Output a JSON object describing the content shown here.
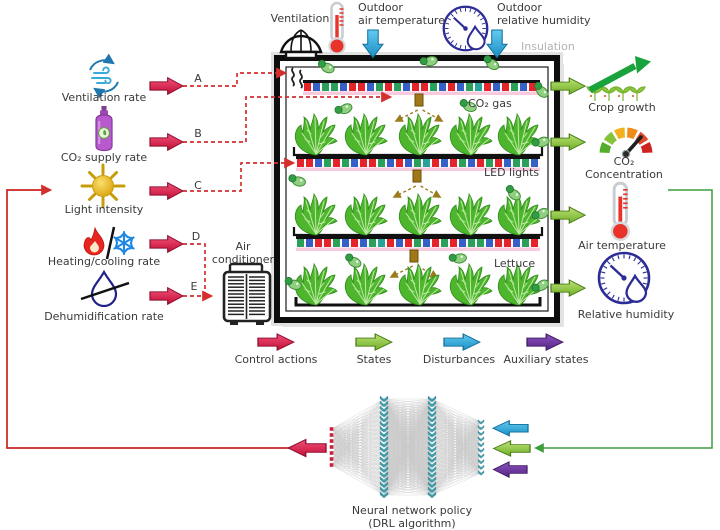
{
  "figure": {
    "type": "greenhouse-drl-control-diagram"
  },
  "colors": {
    "control_arrow": "#d8184a",
    "control_arrow_dark": "#8e0f2e",
    "state_arrow": "#8dc63f",
    "state_arrow_dark": "#4a7d18",
    "disturbance_arrow": "#35b4e8",
    "disturbance_arrow_dark": "#136f9b",
    "auxiliary_arrow": "#6a3298",
    "auxiliary_arrow_dark": "#3f1d63",
    "dashed_control_line": "#d42f2f",
    "feedback_state_line": "#3d9e3d",
    "co2_spread_line": "#9a7c1d",
    "led": {
      "r": "#e3242b",
      "b": "#3560c8",
      "g": "#2aa05a",
      "t": "#27a398"
    },
    "nn_node": "#3f9fae",
    "nn_output_node": "#cf1f3c",
    "insulation": "#b3b3b3"
  },
  "controls": [
    {
      "letter": "A",
      "label": "Ventilation rate"
    },
    {
      "letter": "B",
      "label": "CO₂ supply rate"
    },
    {
      "letter": "C",
      "label": "Light intensity"
    },
    {
      "letter": "D",
      "label": "Heating/cooling rate"
    },
    {
      "letter": "E",
      "label": "Dehumidification rate"
    }
  ],
  "actuator": {
    "label": "Air conditioner"
  },
  "top": {
    "ventilation": "Ventilation",
    "outdoor_temp_l1": "Outdoor",
    "outdoor_temp_l2": "air temperature",
    "outdoor_rh_l1": "Outdoor",
    "outdoor_rh_l2": "relative humidity",
    "insulation": "Insulation"
  },
  "chamber": {
    "co2_gas": "CO₂ gas",
    "led_lights": "LED lights",
    "lettuce": "Lettuce",
    "rows": 3,
    "lettuce_per_row": 5,
    "led_pattern": [
      "r",
      "b",
      "g",
      "g",
      "b",
      "r",
      "r",
      "b",
      "g",
      "r",
      "g",
      "b",
      "r",
      "r",
      "g",
      "b",
      "r",
      "b",
      "g",
      "t",
      "r",
      "b",
      "r",
      "g",
      "b",
      "r",
      "g"
    ],
    "molecules": [
      [
        325,
        67,
        20
      ],
      [
        428,
        62,
        -15
      ],
      [
        490,
        63,
        30
      ],
      [
        343,
        110,
        -25
      ],
      [
        467,
        106,
        15
      ],
      [
        540,
        90,
        40
      ],
      [
        540,
        143,
        -20
      ],
      [
        296,
        181,
        10
      ],
      [
        512,
        193,
        35
      ],
      [
        540,
        215,
        -30
      ],
      [
        352,
        261,
        25
      ],
      [
        457,
        259,
        -10
      ],
      [
        292,
        284,
        15
      ],
      [
        540,
        287,
        -35
      ]
    ]
  },
  "states": [
    {
      "label": "Crop growth"
    },
    {
      "label_l1": "CO₂",
      "label_l2": "Concentration"
    },
    {
      "label": "Air temperature"
    },
    {
      "label": "Relative humidity"
    }
  ],
  "legend": [
    {
      "label": "Control actions",
      "key": "control"
    },
    {
      "label": "States",
      "key": "state"
    },
    {
      "label": "Disturbances",
      "key": "disturbance"
    },
    {
      "label": "Auxiliary states",
      "key": "auxiliary"
    }
  ],
  "neural_network": {
    "title": "Neural network policy",
    "subtitle": "(DRL algorithm)",
    "layers": [
      7,
      20,
      20,
      10
    ]
  }
}
